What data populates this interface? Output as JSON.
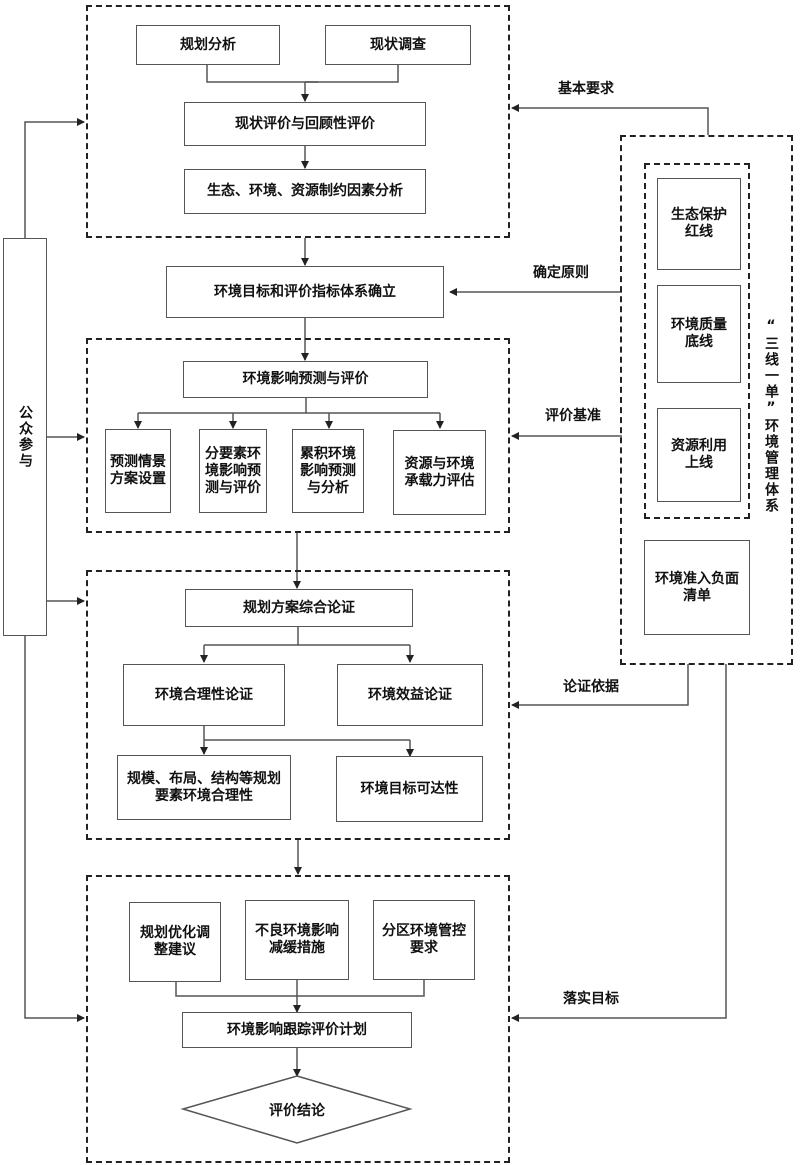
{
  "diagram": {
    "section1": {
      "planning_analysis": "规划分析",
      "status_survey": "现状调查",
      "status_evaluation": "现状评价与回顾性评价",
      "constraint_analysis": "生态、环境、资源制约因素分析"
    },
    "target_system": "环境目标和评价指标体系确立",
    "section2": {
      "prediction_title": "环境影响预测与评价",
      "items": [
        "预测情景方案设置",
        "分要素环境影响预测与评价",
        "累积环境影响预测与分析",
        "资源与环境承载力评估"
      ]
    },
    "section3": {
      "title": "规划方案综合论证",
      "env_rationality": "环境合理性论证",
      "env_benefit": "环境效益论证",
      "scale_layout": "规模、布局、结构等规划要素环境合理性",
      "target_achievability": "环境目标可达性"
    },
    "section4": {
      "items": [
        "规划优化调整建议",
        "不良环境影响减缓措施",
        "分区环境管控要求"
      ],
      "tracking_plan": "环境影响跟踪评价计划",
      "conclusion": "评价结论"
    },
    "public_participation": "公众参与",
    "three_lines": {
      "system_label": "“三线一单”环境管理体系",
      "ecological_redline": "生态保护红线",
      "env_quality_bottomline": "环境质量底线",
      "resource_upperline": "资源利用上线",
      "negative_list": "环境准入负面清单"
    },
    "arrow_labels": {
      "basic_requirements": "基本要求",
      "determine_principles": "确定原则",
      "evaluation_baseline": "评价基准",
      "demonstration_basis": "论证依据",
      "implement_targets": "落实目标"
    }
  }
}
